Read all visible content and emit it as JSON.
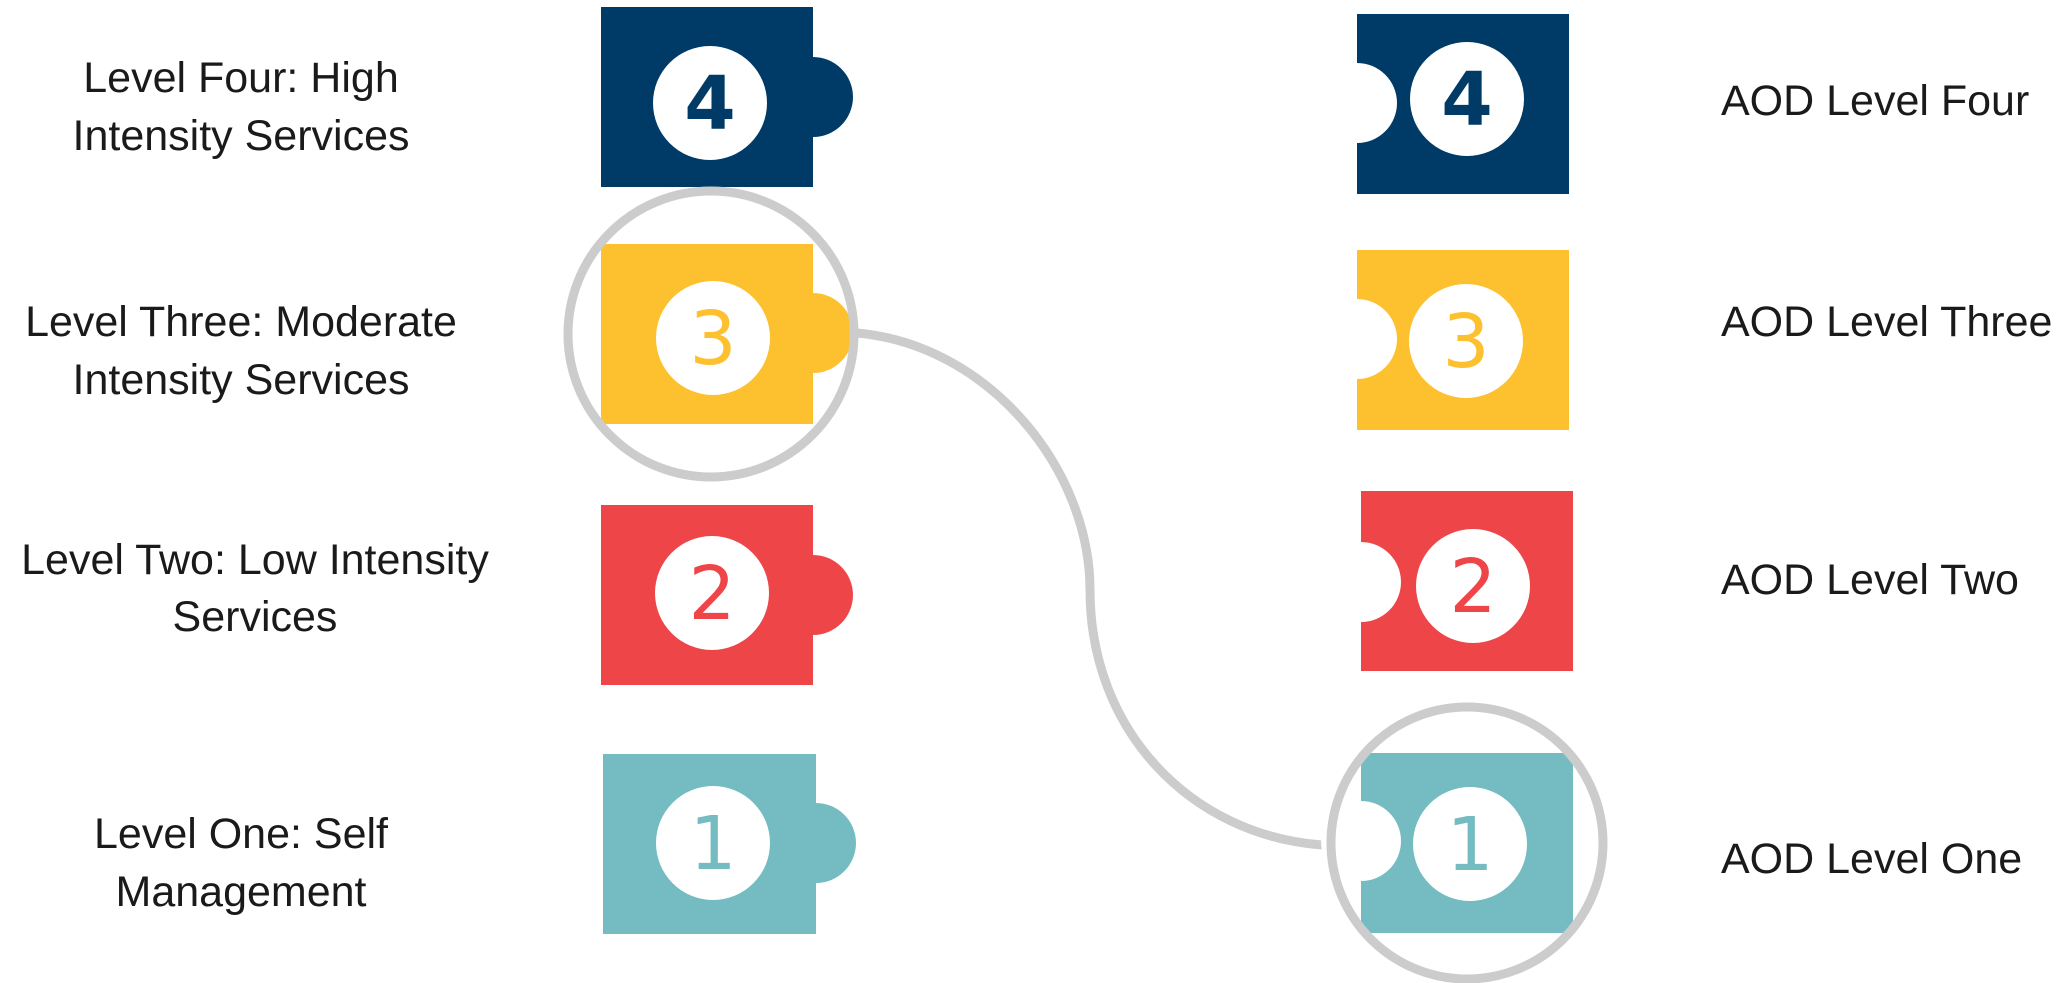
{
  "colors": {
    "level_4": "#003B67",
    "level_3": "#FDC02F",
    "level_2": "#EE4549",
    "level_1": "#74BCC1",
    "highlight": "#CCCCCC",
    "text": "#1a1a1a"
  },
  "left_labels": {
    "level_4": [
      "Level Four: High",
      "Intensity Services"
    ],
    "level_3": [
      "Level Three: Moderate",
      "Intensity Services"
    ],
    "level_2": [
      "Level Two: Low Intensity",
      "Services"
    ],
    "level_1": [
      "Level One: Self",
      "Management"
    ]
  },
  "right_labels": {
    "level_4": "AOD Level Four",
    "level_3": "AOD Level Three",
    "level_2": "AOD Level Two",
    "level_1": "AOD Level One"
  },
  "pieces": {
    "level_4": "4",
    "level_3": "3",
    "level_2": "2",
    "level_1": "1"
  },
  "highlighted_connection": {
    "from": "Level Three",
    "to": "AOD Level One"
  }
}
